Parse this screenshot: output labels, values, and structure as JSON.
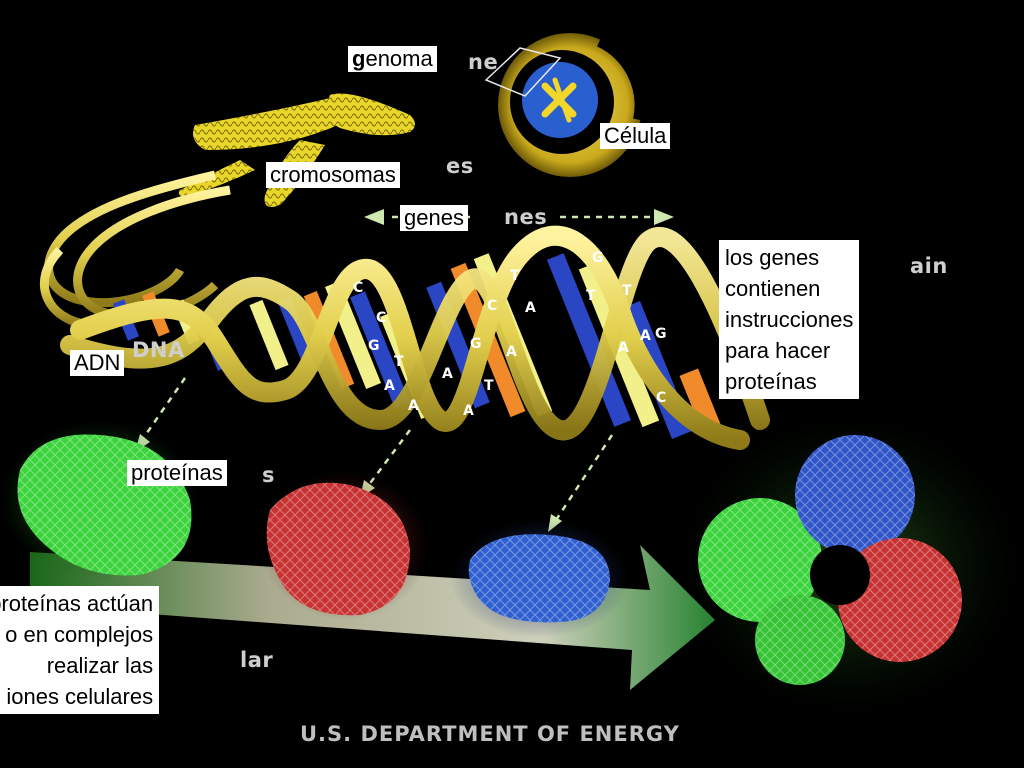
{
  "labels": {
    "genoma_bold": "g",
    "genoma_rest": "enoma",
    "celula": "Célula",
    "cromosomas": "cromosomas",
    "genes": "genes",
    "adn": "ADN",
    "proteinas": "proteínas",
    "genes_instrucciones": [
      "los genes",
      "contienen",
      "instrucciones",
      "para hacer",
      "proteínas"
    ],
    "proteinas_actuan": [
      "proteínas actúan",
      "s o en complejos",
      "realizar las",
      "iones celulares"
    ]
  },
  "ghost_text": {
    "genome": "ne",
    "chromosomes": "es",
    "genes": "nes",
    "contain": "ain",
    "dna": "DNA",
    "proteins": "s",
    "cellular": "lar"
  },
  "base_letters": [
    "C",
    "C",
    "G",
    "T",
    "A",
    "A",
    "G",
    "A",
    "A",
    "T",
    "T",
    "A",
    "C",
    "A",
    "G",
    "T",
    "T",
    "A",
    "A",
    "G",
    "C"
  ],
  "footer": "U.S. DEPARTMENT OF ENERGY",
  "colors": {
    "ribbon": "#e2cf4c",
    "base_blue": "#2a46c4",
    "base_orange": "#f08a2a",
    "base_yellow": "#f2f08a",
    "protein_green": "#3cd43c",
    "protein_red": "#d03030",
    "protein_blue": "#3060d0"
  }
}
